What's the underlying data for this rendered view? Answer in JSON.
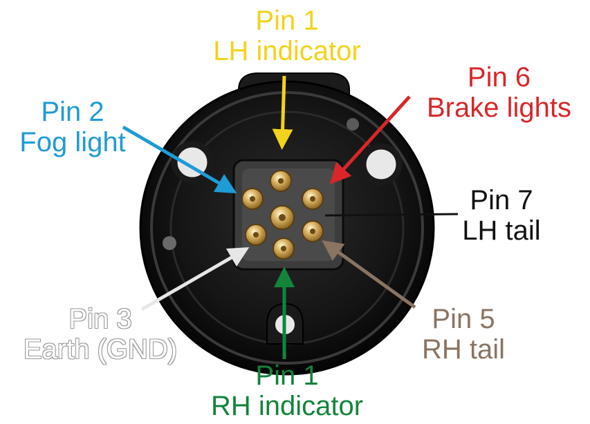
{
  "labels": {
    "pin1_top": {
      "pin": "Pin 1",
      "function": "LH indicator",
      "color": "#f2d31b"
    },
    "pin6": {
      "pin": "Pin 6",
      "function": "Brake lights",
      "color": "#d8262a"
    },
    "pin2": {
      "pin": "Pin 2",
      "function": "Fog light",
      "color": "#1f9bd6"
    },
    "pin7": {
      "pin": "Pin 7",
      "function": "LH tail",
      "color": "#111111"
    },
    "pin3": {
      "pin": "Pin 3",
      "function": "Earth (GND)",
      "color": "#e6e6e6"
    },
    "pin5": {
      "pin": "Pin 5",
      "function": "RH tail",
      "color": "#8a7462"
    },
    "pin1_bottom": {
      "pin": "Pin 1",
      "function": "RH indicator",
      "color": "#13843a"
    }
  },
  "icons": {
    "socket": "trailer-socket-7-pin-icon"
  }
}
